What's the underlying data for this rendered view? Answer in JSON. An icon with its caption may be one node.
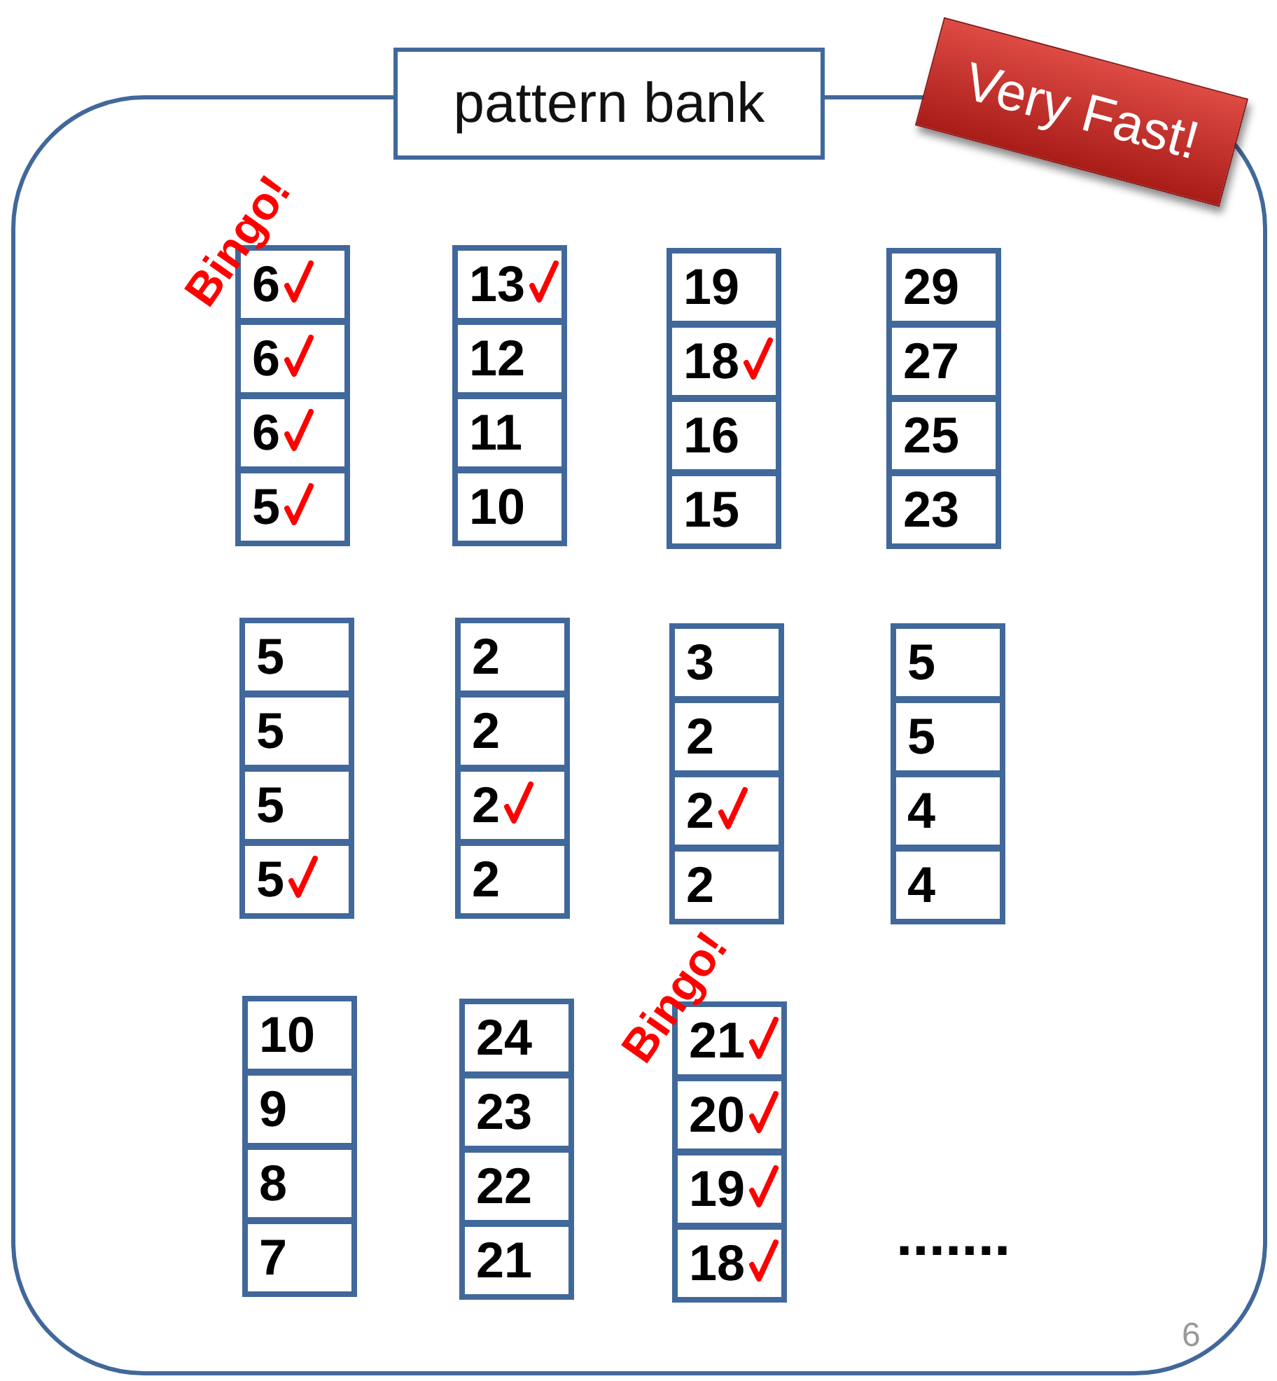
{
  "diagram": {
    "nodes": [
      {
        "text": [
          "pattern bank"
        ]
      },
      {
        "text": [
          "Very Fast!"
        ]
      },
      {
        "text": [
          "6"
        ],
        "in": 0,
        "beside": [
          "Bingo!"
        ]
      },
      {
        "text": [
          "6"
        ],
        "in": 0
      },
      {
        "text": [
          "6"
        ],
        "in": 0
      },
      {
        "text": [
          "5"
        ],
        "in": 0
      },
      {
        "text": [
          "13"
        ],
        "in": 0
      },
      {
        "text": [
          "12"
        ],
        "in": 0
      },
      {
        "text": [
          "11"
        ],
        "in": 0
      },
      {
        "text": [
          "10"
        ],
        "in": 0
      },
      {
        "text": [
          "19"
        ],
        "in": 0
      },
      {
        "text": [
          "18"
        ],
        "in": 0
      },
      {
        "text": [
          "16"
        ],
        "in": 0
      },
      {
        "text": [
          "15"
        ],
        "in": 0
      },
      {
        "text": [
          "29"
        ],
        "in": 0
      },
      {
        "text": [
          "27"
        ],
        "in": 0
      },
      {
        "text": [
          "25"
        ],
        "in": 0
      },
      {
        "text": [
          "23"
        ],
        "in": 0
      },
      {
        "text": [
          "5"
        ],
        "in": 0
      },
      {
        "text": [
          "5"
        ],
        "in": 0
      },
      {
        "text": [
          "5"
        ],
        "in": 0
      },
      {
        "text": [
          "5"
        ],
        "in": 0
      },
      {
        "text": [
          "2"
        ],
        "in": 0
      },
      {
        "text": [
          "2"
        ],
        "in": 0
      },
      {
        "text": [
          "2"
        ],
        "in": 0
      },
      {
        "text": [
          "2"
        ],
        "in": 0
      },
      {
        "text": [
          "3"
        ],
        "in": 0
      },
      {
        "text": [
          "2"
        ],
        "in": 0
      },
      {
        "text": [
          "2"
        ],
        "in": 0
      },
      {
        "text": [
          "2"
        ],
        "in": 0
      },
      {
        "text": [
          "5"
        ],
        "in": 0
      },
      {
        "text": [
          "5"
        ],
        "in": 0
      },
      {
        "text": [
          "4"
        ],
        "in": 0
      },
      {
        "text": [
          "4"
        ],
        "in": 0
      },
      {
        "text": [
          "10"
        ],
        "in": 0
      },
      {
        "text": [
          "9"
        ],
        "in": 0
      },
      {
        "text": [
          "8"
        ],
        "in": 0
      },
      {
        "text": [
          "7"
        ],
        "in": 0
      },
      {
        "text": [
          "24"
        ],
        "in": 0
      },
      {
        "text": [
          "23"
        ],
        "in": 0
      },
      {
        "text": [
          "22"
        ],
        "in": 0
      },
      {
        "text": [
          "21"
        ],
        "in": 0
      },
      {
        "text": [
          "21"
        ],
        "in": 0,
        "beside": [
          "Bingo!"
        ]
      },
      {
        "text": [
          "20"
        ],
        "in": 0
      },
      {
        "text": [
          "19"
        ],
        "in": 0
      },
      {
        "text": [
          "18"
        ],
        "in": 0
      }
    ],
    "labels": [
      ".......",
      "6"
    ]
  }
}
